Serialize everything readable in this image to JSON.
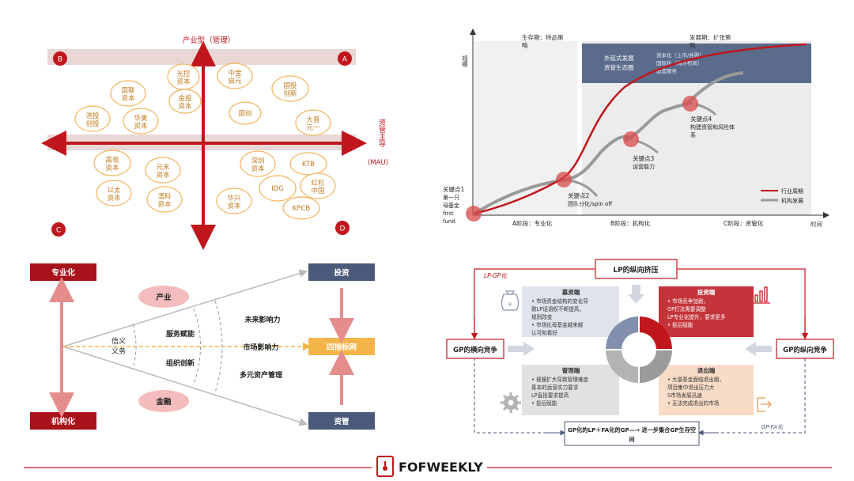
{
  "quadrant": {
    "axis_top": "产业型（管理）",
    "axis_right_1": "资管主导",
    "axis_right_2": "(MAU)",
    "corner_a": "A",
    "corner_b": "B",
    "corner_c": "C",
    "corner_d": "D",
    "ellipses": [
      {
        "l1": "国联",
        "l2": "资本"
      },
      {
        "l1": "光控",
        "l2": "资本"
      },
      {
        "l1": "中金",
        "l2": "启元"
      },
      {
        "l1": "国投",
        "l2": "创新"
      },
      {
        "l1": "金投",
        "l2": "资本"
      },
      {
        "l1": "浩投",
        "l2": "创投"
      },
      {
        "l1": "华美",
        "l2": "资本"
      },
      {
        "l1": "国创",
        "l2": ""
      },
      {
        "l1": "大普",
        "l2": "元一"
      },
      {
        "l1": "高瓴",
        "l2": "资本"
      },
      {
        "l1": "元禾",
        "l2": "资本"
      },
      {
        "l1": "深圳",
        "l2": "资本"
      },
      {
        "l1": "KTB",
        "l2": ""
      },
      {
        "l1": "以太",
        "l2": "资本"
      },
      {
        "l1": "清科",
        "l2": "资本"
      },
      {
        "l1": "华兴",
        "l2": "资本"
      },
      {
        "l1": "IDG",
        "l2": ""
      },
      {
        "l1": "红杉",
        "l2": "中国"
      },
      {
        "l1": "KPCB",
        "l2": ""
      }
    ]
  },
  "growth": {
    "top_left_1": "生存期：特品策",
    "top_left_2": "略",
    "top_right": "发展期：扩张策",
    "top_right_2": "略",
    "y_axis": "规模",
    "x_axis": "时间",
    "box_title_1": "外延式发展",
    "box_title_2": "资管生态圈",
    "box_items": [
      "资本化（上市/并购）",
      "国际化（海外布局）",
      "配套服务"
    ],
    "kp1_title": "关键点1",
    "kp1_l1": "第一只",
    "kp1_l2": "母基金",
    "kp1_l3": "first",
    "kp1_l4": "fund",
    "kp2_title": "关键点2",
    "kp2_desc": "团队分化/spin off",
    "kp3_title": "关键点3",
    "kp3_desc": "运营能力",
    "kp4_title": "关键点4",
    "kp4_desc_1": "构建资管和风险体",
    "kp4_desc_2": "系",
    "stage_a": "A阶段：专业化",
    "stage_b": "B阶段：机构化",
    "stage_c": "C阶段：资管化",
    "legend_1": "行业周期",
    "legend_2": "机构发展"
  },
  "evolution": {
    "left_top": "专业化",
    "left_bottom": "机构化",
    "xin_1": "信义",
    "xin_2": "义务",
    "industry": "产业",
    "finance": "金融",
    "fuwu": "服务赋能",
    "zuzhi": "组织创新",
    "future": "未来影响力",
    "market": "市场影响力",
    "multi": "多元资产管理",
    "invest": "投资",
    "hub": "四指标网",
    "asset": "资管"
  },
  "ecosystem": {
    "top_box": "LP的纵向挤压",
    "lp_label": "LP-GP化",
    "gp_label": "GP-FA化",
    "left_box": "GP的横向竞争",
    "right_box": "GP的纵向竞争",
    "bottom_box_1": "GP化的LP＋FA化的GP—→ 进一步集合GP生存空",
    "bottom_box_2": "间",
    "q1_title": "募资端",
    "q1_lines": [
      "市场资金结构的变化导",
      "致LP话语权不断提高，",
      "规则改变",
      "市场化母基金越来越",
      "认可和看好"
    ],
    "q2_title": "投资端",
    "q2_lines": [
      "市场竞争加剧，",
      "GP打法需要调整",
      "LP专业化提升，要求更多",
      "投后赋能"
    ],
    "q3_title": "管理端",
    "q3_lines": [
      "规模扩大导致管理难度",
      "基本的运营实力要求",
      "LP直投要求提高",
      "投后赋能"
    ],
    "q4_title": "退出端",
    "q4_lines": [
      "大量基金面临退出期，",
      "项目集中退出压力大",
      "S市场发展迅速",
      "无法完成退出的市场"
    ]
  },
  "footer": {
    "brand": "FOFWEEKLY"
  },
  "colors": {
    "red": "#c0171d",
    "dark_red": "#a8121a",
    "navy": "#4b5a7a",
    "orange": "#f3b44a",
    "pink": "#f4bcbc"
  }
}
